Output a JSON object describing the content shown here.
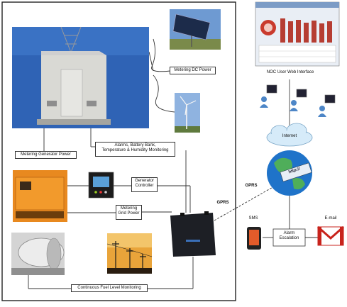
{
  "labels": {
    "metering_dc_power": "Metering DC Power",
    "metering_generator_power": "Metering Generator Power",
    "alarms_line1": "Alarms, Battery Bank,",
    "alarms_line2": "Temperature & Humidity Monitoring",
    "generator_controller_line1": "Generator",
    "generator_controller_line2": "Controller",
    "metering_grid_line1": "Metering",
    "metering_grid_line2": "Grid Power",
    "gprs": "GPRS",
    "continuous_fuel": "Continuous Fuel Level Monitoring",
    "noc_web": "NOC User Web Interface",
    "internet": "Internet",
    "sms": "SMS",
    "email": "E-mail",
    "alarm_line1": "Alarm",
    "alarm_line2": "Escalation",
    "http": "http://"
  },
  "colors": {
    "sky": "#2f63b5",
    "generator": "#e8891f",
    "shelter": "#d9d9d4",
    "sunset": "#e9a43a",
    "device": "#1d1f25",
    "gmail_red": "#c8231c",
    "globe": "#1f73c9"
  }
}
